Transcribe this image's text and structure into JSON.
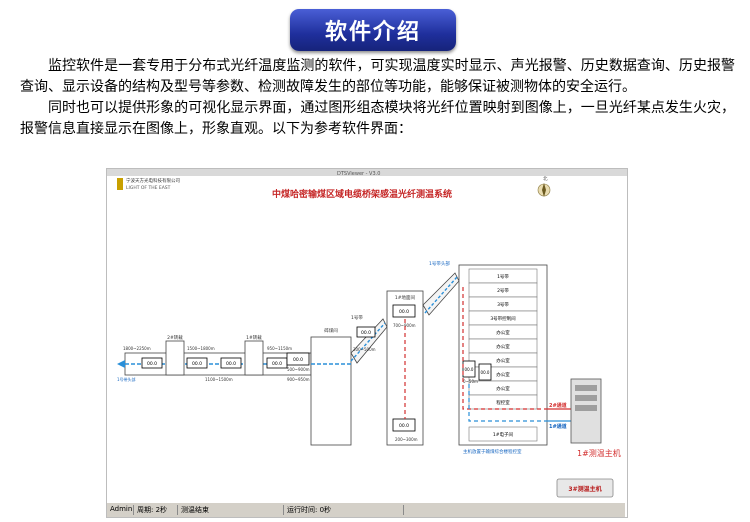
{
  "banner": {
    "title": "软件介绍"
  },
  "intro": {
    "p1": "监控软件是一套专用于分布式光纤温度监测的软件，可实现温度实时显示、声光报警、历史数据查询、历史报警查询、显示设备的结构及型号等参数、检测故障发生的部位等功能，能够保证被测物体的安全运行。",
    "p2": "同时也可以提供形象的可视化显示界面，通过图形组态模块将光纤位置映射到图像上，一旦光纤某点发生火灾，报警信息直接显示在图像上，形象直观。以下为参考软件界面："
  },
  "app": {
    "window_title": "DTSViewer - V3.0",
    "company_cn": "宁波天方光电科技有限公司",
    "company_en": "LIGHT OF THE EAST",
    "system_title": "中煤哈密输煤区域电缆桥架感温光纤测温系统",
    "compass": "北",
    "labels": {
      "belt1_head": "1号带头部",
      "distance_1": "1800~2250m",
      "transfer2": "2#转载",
      "distance_2": "1500~1800m",
      "distance_3": "1100~1500m",
      "transfer1": "1#转载",
      "distance_4": "950~1150m",
      "distance_5": "900~950m",
      "coal_crush": "碎煤间",
      "distance_6": "500~900m",
      "belt1": "1号带",
      "distance_7": "300~500m",
      "distance_8": "700~900m",
      "transfer_dist": "200~300m",
      "bldg_head": "1号带头部",
      "upper_floor": "1#地面间",
      "f1": "1号带",
      "f2": "2号带",
      "f3": "3号带",
      "f4": "3号带控制间",
      "f5": "办公室",
      "f6": "办公室",
      "f7": "办公室",
      "f8": "办公室",
      "f9": "办公室",
      "f10": "程控室",
      "f11": "1#电子间",
      "distance_9": "0~50m",
      "route_note": "主机放置于输煤综合楼程控室",
      "ch2": "2#通道",
      "ch1": "1#通道",
      "host": "1#测温主机",
      "readout": "00.0"
    },
    "buttons": {
      "host3": "3#测温主机"
    },
    "status": {
      "user": "Admin",
      "cycle": "周期: 2秒",
      "state": "测温结束",
      "runtime": "运行时间: 0秒"
    }
  }
}
